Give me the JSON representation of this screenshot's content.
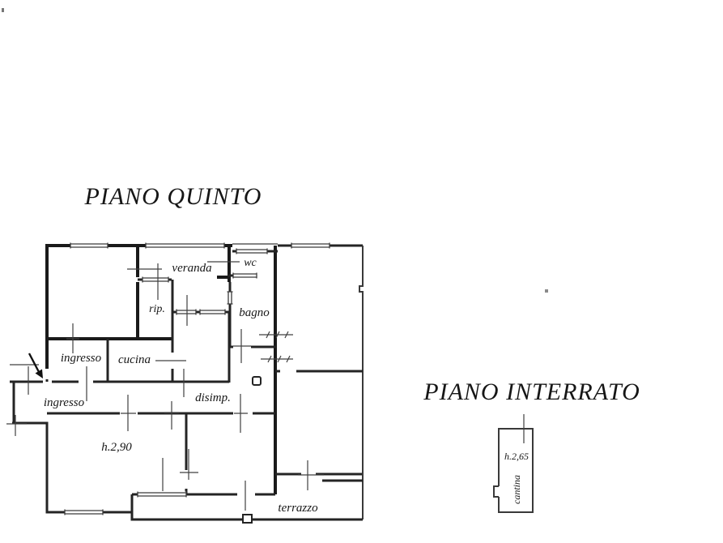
{
  "plans": {
    "piano_quinto": {
      "title": "PIANO QUINTO",
      "labels": {
        "veranda": "veranda",
        "wc": "wc",
        "rip": "rip.",
        "bagno": "bagno",
        "ingresso_upper": "ingresso",
        "cucina": "cucina",
        "disimp": "disimp.",
        "ingresso_lower": "ingresso",
        "ceiling_height": "h.2,90",
        "terrazzo": "terrazzo"
      }
    },
    "piano_interrato": {
      "title": "PIANO INTERRATO",
      "labels": {
        "ceiling_height": "h.2,65",
        "cantina": "cantina"
      }
    }
  },
  "colors": {
    "ink": "#1f1f1f",
    "paper": "#ffffff"
  }
}
